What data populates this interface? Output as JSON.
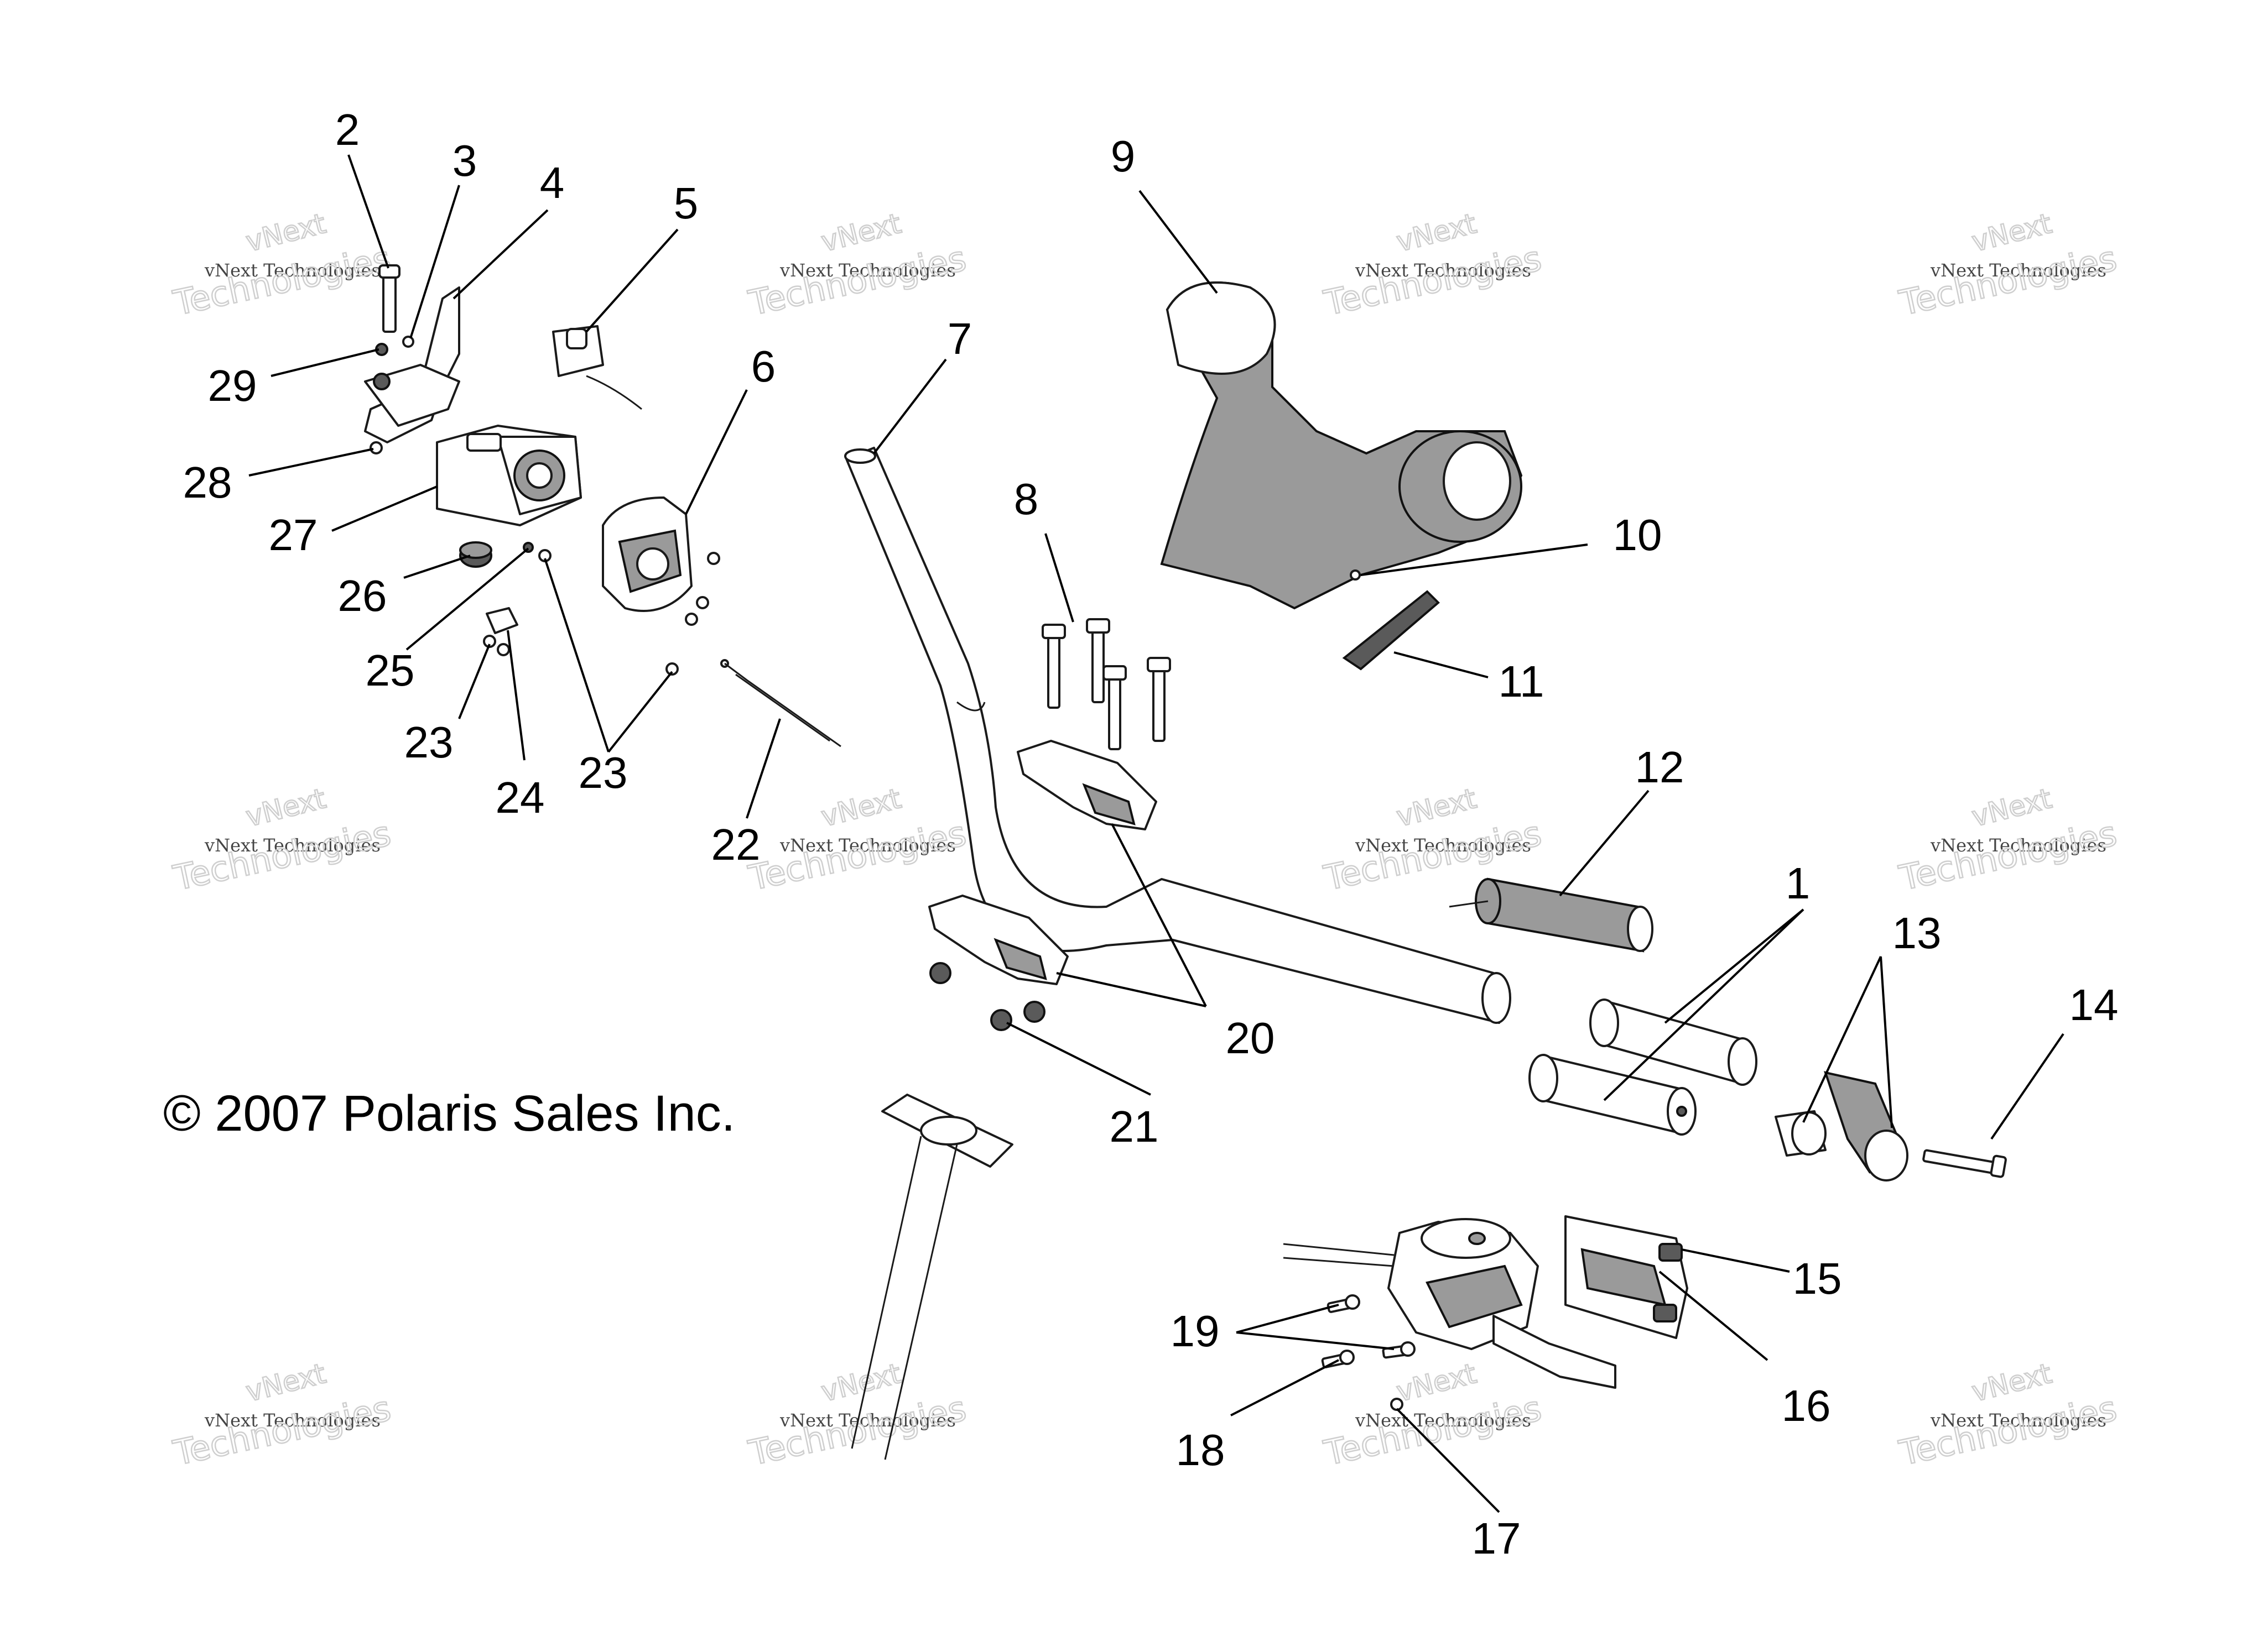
{
  "copyright": "© 2007 Polaris Sales Inc.",
  "watermark": {
    "line1": "vNext Technologies",
    "line2": "Technologies",
    "line3": "vNext"
  },
  "callouts": [
    "1",
    "2",
    "3",
    "4",
    "5",
    "6",
    "7",
    "8",
    "9",
    "10",
    "11",
    "12",
    "13",
    "14",
    "15",
    "16",
    "17",
    "18",
    "19",
    "20",
    "21",
    "22",
    "23",
    "23",
    "24",
    "25",
    "26",
    "27",
    "28",
    "29"
  ]
}
